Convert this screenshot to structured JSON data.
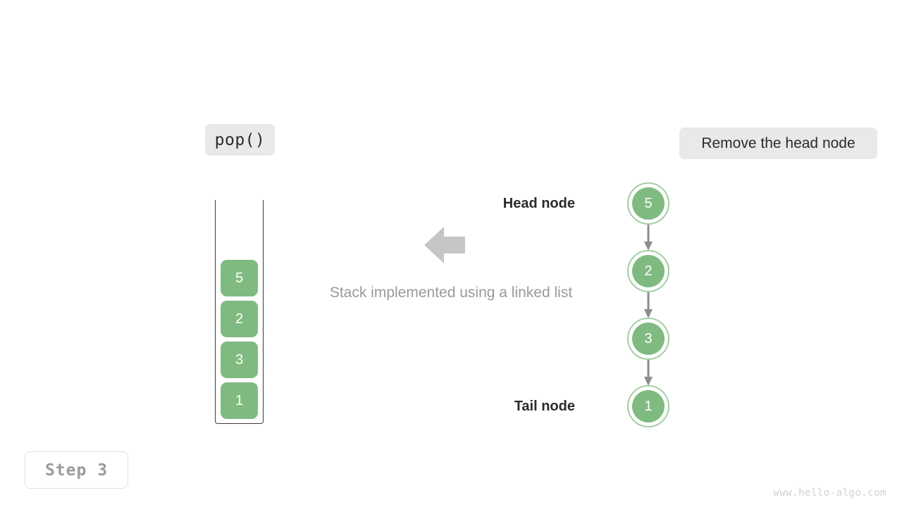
{
  "operation": {
    "label": "pop()"
  },
  "action_note": {
    "text": "Remove the head node"
  },
  "caption": {
    "text": "Stack implemented using a linked list"
  },
  "step_badge": {
    "text": "Step 3"
  },
  "watermark": {
    "text": "www.hello-algo.com"
  },
  "stack": {
    "cells": [
      {
        "value": "5"
      },
      {
        "value": "2"
      },
      {
        "value": "3"
      },
      {
        "value": "1"
      }
    ]
  },
  "linked_list": {
    "head_label": "Head node",
    "tail_label": "Tail node",
    "nodes": [
      {
        "value": "5"
      },
      {
        "value": "2"
      },
      {
        "value": "3"
      },
      {
        "value": "1"
      }
    ]
  },
  "colors": {
    "node_fill": "#7fbb80",
    "node_ring": "#a4cfa4",
    "link_arrow": "#8c8c8c",
    "big_arrow": "#c6c6c6",
    "chip_background": "#e9e9e9",
    "caption_text": "#9a9a9a",
    "step_text": "#9b9b9b",
    "watermark_text": "#d2d2d2",
    "frame_stroke": "#3b3b3b"
  }
}
